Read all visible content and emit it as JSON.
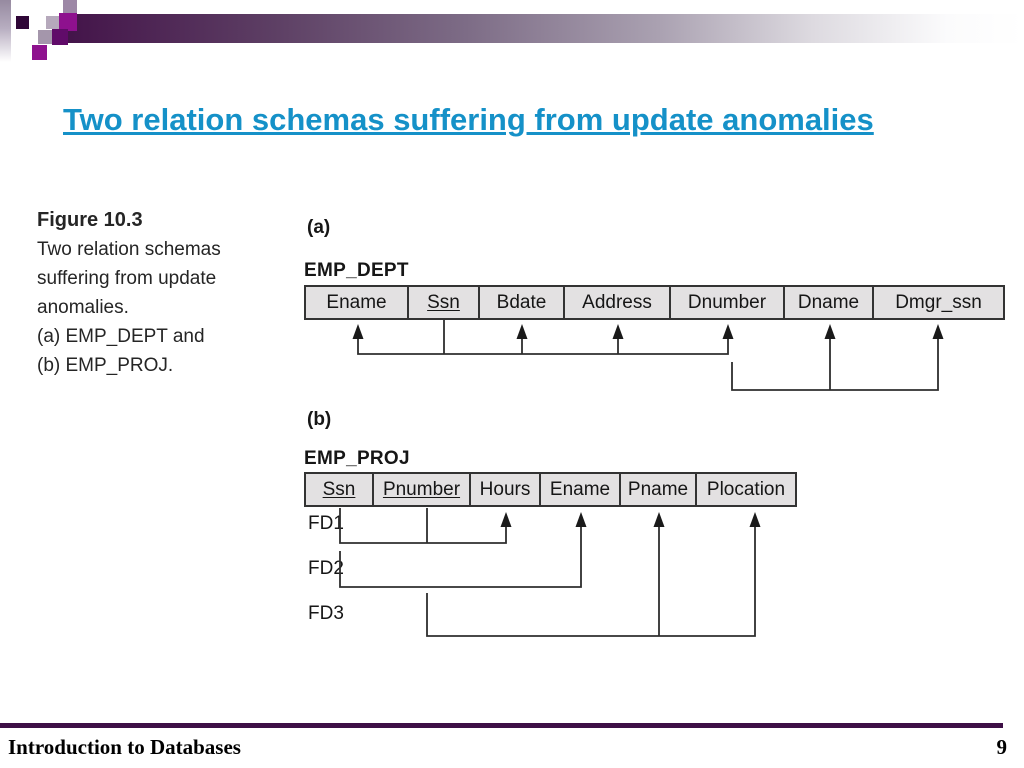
{
  "slide": {
    "title": "Two relation schemas suffering from update anomalies",
    "footer": {
      "left": "Introduction to Databases",
      "page_number": "9"
    }
  },
  "colors": {
    "title_blue": "#1591c8",
    "footer_purple": "#3d0f46",
    "header_bar_purple": "#431349",
    "accent_magenta": "#8e118e",
    "table_fill": "#e3e1e2",
    "line_ink": "#2e2e2e"
  },
  "figure": {
    "caption_title": "Figure 10.3",
    "caption_lines": [
      "Two relation schemas",
      "suffering from update",
      "anomalies.",
      "(a) EMP_DEPT and",
      "(b) EMP_PROJ."
    ],
    "part_a": {
      "label": "(a)",
      "relation_name": "EMP_DEPT",
      "columns": [
        {
          "label": "Ename",
          "primary_key": false
        },
        {
          "label": "Ssn",
          "primary_key": true
        },
        {
          "label": "Bdate",
          "primary_key": false
        },
        {
          "label": "Address",
          "primary_key": false
        },
        {
          "label": "Dnumber",
          "primary_key": false
        },
        {
          "label": "Dname",
          "primary_key": false
        },
        {
          "label": "Dmgr_ssn",
          "primary_key": false
        }
      ],
      "functional_dependencies": [
        {
          "determinant": [
            "Ssn"
          ],
          "dependents": [
            "Ename",
            "Bdate",
            "Address",
            "Dnumber"
          ]
        },
        {
          "determinant": [
            "Dnumber"
          ],
          "dependents": [
            "Dname",
            "Dmgr_ssn"
          ]
        }
      ]
    },
    "part_b": {
      "label": "(b)",
      "relation_name": "EMP_PROJ",
      "columns": [
        {
          "label": "Ssn",
          "primary_key": true
        },
        {
          "label": "Pnumber",
          "primary_key": true
        },
        {
          "label": "Hours",
          "primary_key": false
        },
        {
          "label": "Ename",
          "primary_key": false
        },
        {
          "label": "Pname",
          "primary_key": false
        },
        {
          "label": "Plocation",
          "primary_key": false
        }
      ],
      "fd_labels": [
        "FD1",
        "FD2",
        "FD3"
      ],
      "functional_dependencies": [
        {
          "name": "FD1",
          "determinant": [
            "Ssn",
            "Pnumber"
          ],
          "dependents": [
            "Hours"
          ]
        },
        {
          "name": "FD2",
          "determinant": [
            "Ssn"
          ],
          "dependents": [
            "Ename"
          ]
        },
        {
          "name": "FD3",
          "determinant": [
            "Pnumber"
          ],
          "dependents": [
            "Pname",
            "Plocation"
          ]
        }
      ]
    }
  }
}
